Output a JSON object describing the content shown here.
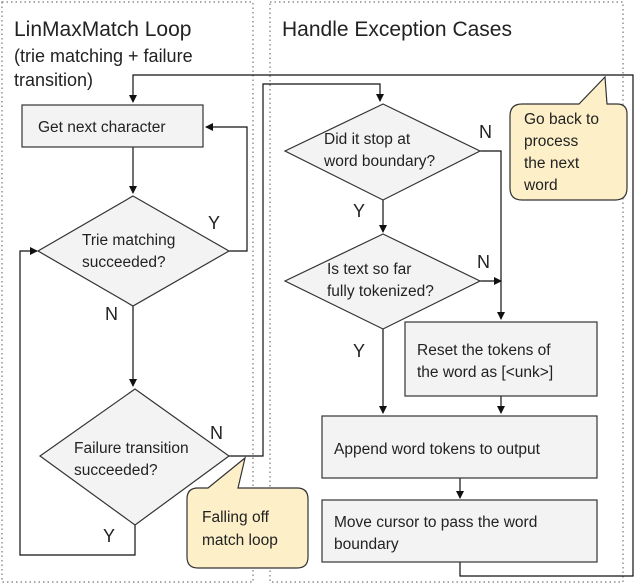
{
  "panels": {
    "left": {
      "title": "LinMaxMatch Loop",
      "subtitle_lines": [
        "(trie matching + failure",
        "transition)"
      ]
    },
    "right": {
      "title": "Handle Exception Cases"
    }
  },
  "nodes": {
    "get_next_char": {
      "type": "process",
      "lines": [
        "Get next character"
      ]
    },
    "trie_match": {
      "type": "decision",
      "lines": [
        "Trie matching",
        "succeeded?"
      ]
    },
    "failure_transition": {
      "type": "decision",
      "lines": [
        "Failure transition",
        "succeeded?"
      ]
    },
    "word_boundary": {
      "type": "decision",
      "lines": [
        "Did it stop at",
        "word boundary?"
      ]
    },
    "fully_tokenized": {
      "type": "decision",
      "lines": [
        "Is text so far",
        "fully tokenized?"
      ]
    },
    "reset_tokens": {
      "type": "process",
      "lines": [
        "Reset the tokens of",
        "the word as [<unk>]"
      ]
    },
    "append_tokens": {
      "type": "process",
      "lines": [
        "Append word tokens to output"
      ]
    },
    "move_cursor": {
      "type": "process",
      "lines": [
        "Move cursor to pass the word",
        "boundary"
      ]
    }
  },
  "edge_labels": {
    "trie_yes": "Y",
    "trie_no": "N",
    "failure_no": "N",
    "failure_yes": "Y",
    "boundary_no": "N",
    "boundary_yes": "Y",
    "tokenized_no": "N",
    "tokenized_yes": "Y"
  },
  "callouts": {
    "go_back": {
      "lines": [
        "Go back to",
        "process",
        "the next",
        "word"
      ]
    },
    "falling_off": {
      "lines": [
        "Falling off",
        "match loop"
      ]
    }
  },
  "colors": {
    "node_fill": "#f3f3f3",
    "callout_fill": "#fdefc8",
    "stroke": "#333333"
  }
}
